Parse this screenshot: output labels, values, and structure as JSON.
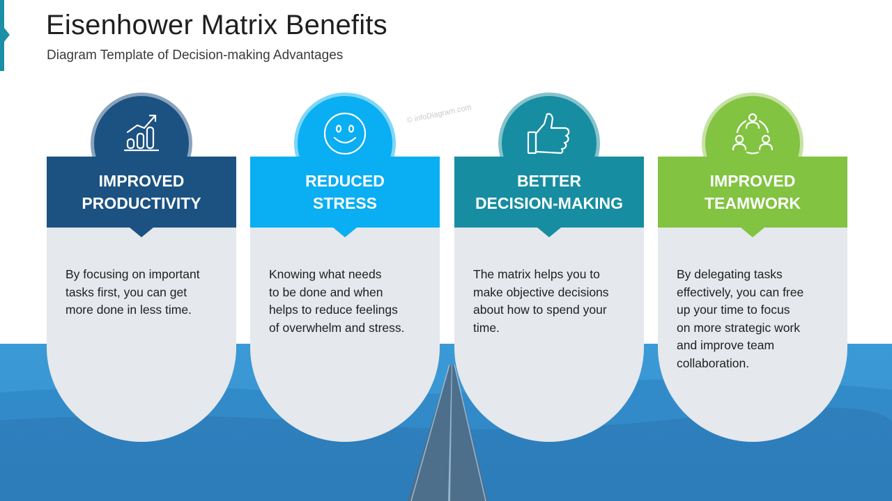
{
  "title": "Eisenhower Matrix Benefits",
  "subtitle": "Diagram Template of Decision-making Advantages",
  "watermark": "© infoDiagram.com",
  "cards": [
    {
      "icon": "bar-chart-growth-icon",
      "accent": "#1b5281",
      "ring": "#8aa3bd",
      "header": [
        "IMPROVED",
        "PRODUCTIVITY"
      ],
      "text": [
        "By focusing on important",
        "tasks first, you can get",
        "more done in less time."
      ]
    },
    {
      "icon": "smiley-face-icon",
      "accent": "#0aaef2",
      "ring": "#7fd6f7",
      "header": [
        "REDUCED",
        "STRESS"
      ],
      "text": [
        "Knowing what needs",
        "to be done and when",
        "helps to reduce feelings",
        "of overwhelm and stress."
      ]
    },
    {
      "icon": "thumbs-up-icon",
      "accent": "#178da1",
      "ring": "#86c3cd",
      "header": [
        "BETTER",
        "DECISION-MAKING"
      ],
      "text": [
        "The matrix helps you to",
        "make objective decisions",
        "about how to spend your",
        "time."
      ]
    },
    {
      "icon": "team-network-icon",
      "accent": "#82c341",
      "ring": "#c5e2a3",
      "header": [
        "IMPROVED",
        "TEAMWORK"
      ],
      "text": [
        "By delegating tasks",
        "effectively,  you can free",
        "up your time to focus",
        "on more strategic work",
        "and improve team",
        "collaboration."
      ]
    }
  ]
}
